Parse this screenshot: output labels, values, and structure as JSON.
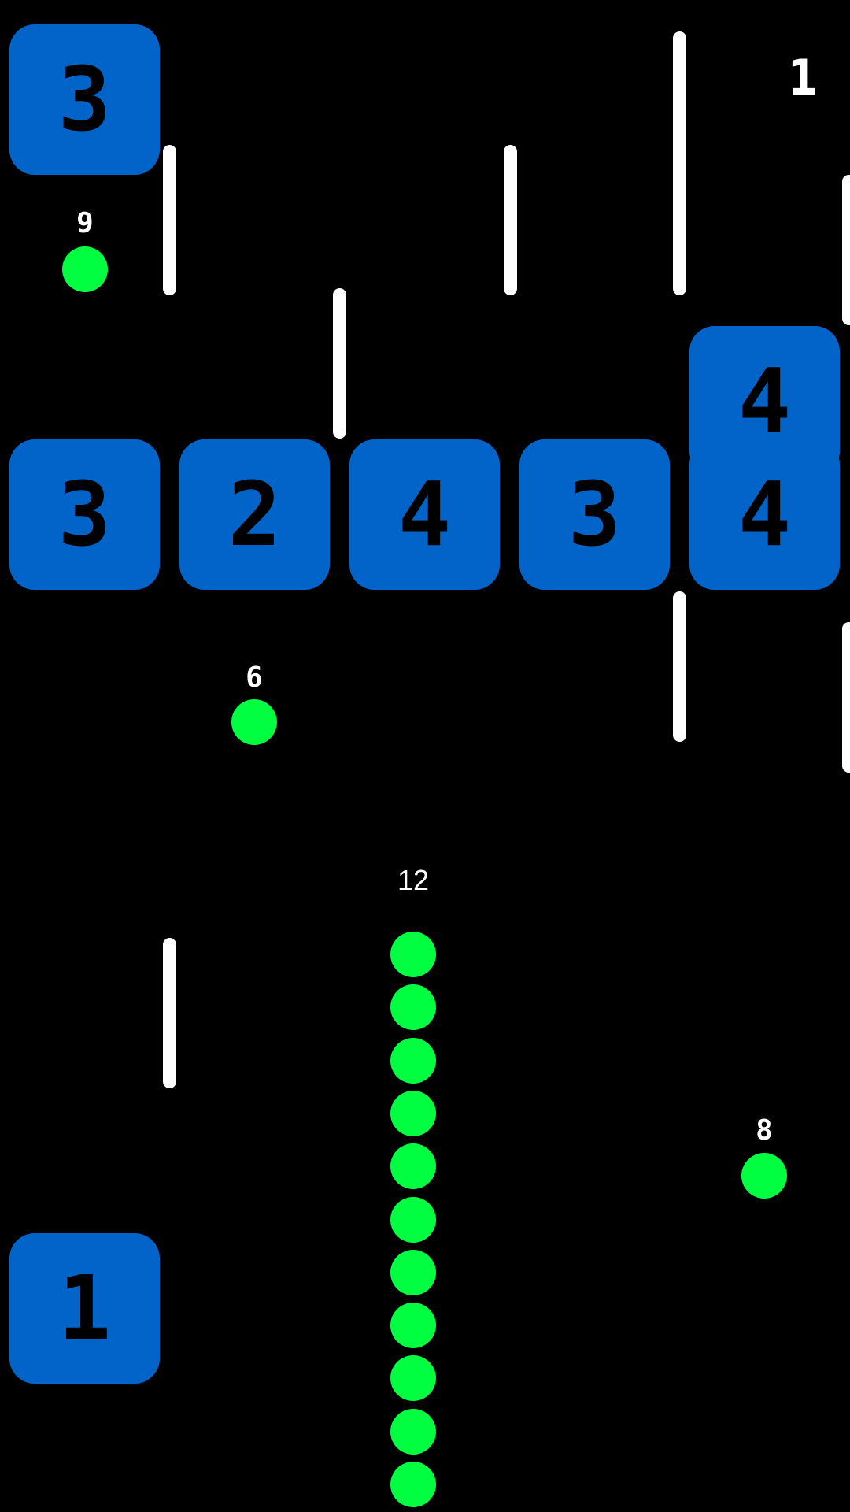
{
  "score": "1",
  "snake": {
    "length_label": "12",
    "segments": 11,
    "color": "#00ff40"
  },
  "blocks": {
    "top_left": "3",
    "row": [
      "3",
      "2",
      "4",
      "3",
      "4"
    ],
    "upper_right": "4",
    "bottom_left": "1"
  },
  "pickups": [
    {
      "value": "9"
    },
    {
      "value": "6"
    },
    {
      "value": "8"
    }
  ],
  "colors": {
    "block": "#0264c8",
    "ball": "#00ff40",
    "wall": "#ffffff",
    "background": "#000000"
  }
}
